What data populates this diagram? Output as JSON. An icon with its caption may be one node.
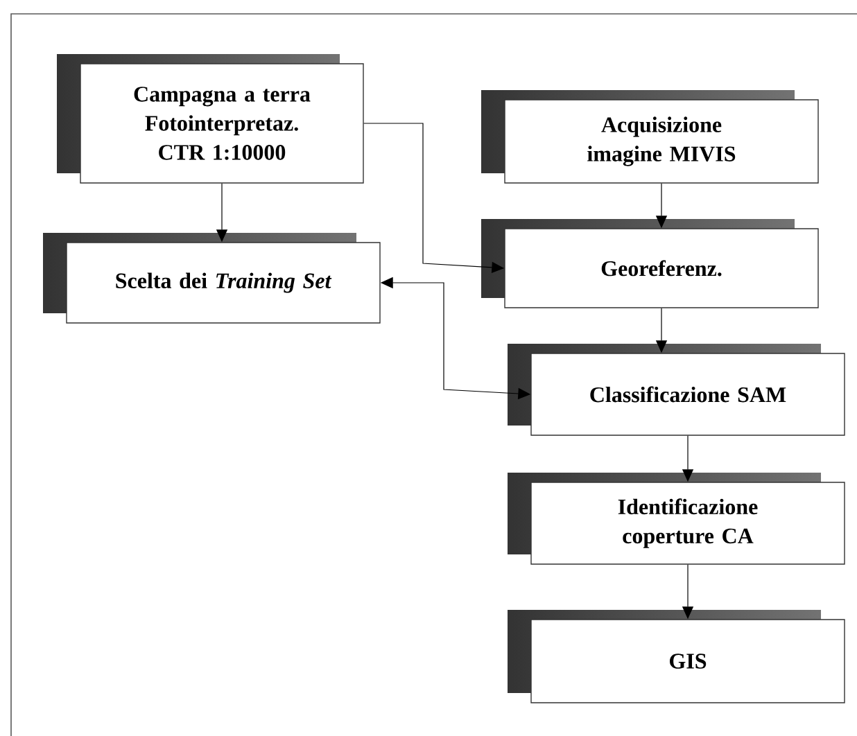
{
  "diagram": {
    "nodes": [
      {
        "text": [
          "Campagna a terra Fotointerpretaz. CTR 1:10000"
        ]
      },
      {
        "text": [
          "Scelta dei *Training Set*"
        ]
      },
      {
        "text": [
          "Acquisizione imagine MIVIS"
        ]
      },
      {
        "text": [
          "Georeferenz."
        ]
      },
      {
        "text": [
          "Classificazione SAM"
        ]
      },
      {
        "text": [
          "Identificazione coperture CA"
        ]
      },
      {
        "text": [
          "GIS"
        ]
      }
    ],
    "edges": [
      {
        "from": 0,
        "to": 1,
        "arrow": "to"
      },
      {
        "from": 0,
        "to": 3,
        "arrow": "to"
      },
      {
        "from": 2,
        "to": 3,
        "arrow": "to"
      },
      {
        "from": 3,
        "to": 4,
        "arrow": "to"
      },
      {
        "from": 1,
        "to": 4,
        "arrow": "both"
      },
      {
        "from": 4,
        "to": 5,
        "arrow": "to"
      },
      {
        "from": 5,
        "to": 6,
        "arrow": "to"
      }
    ]
  }
}
